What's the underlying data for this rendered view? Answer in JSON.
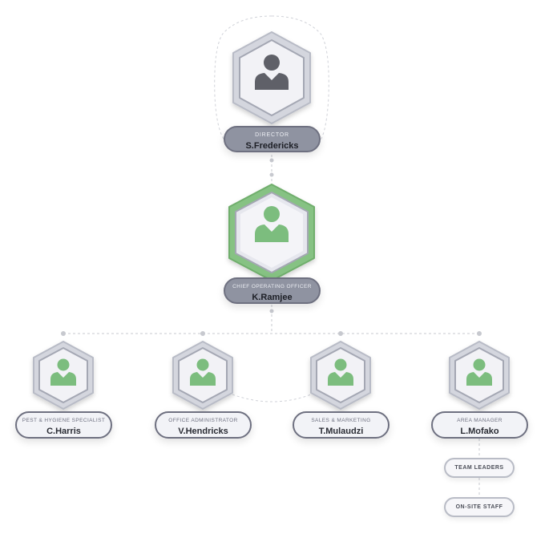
{
  "director": {
    "title": "DIRECTOR",
    "name": "S.Fredericks"
  },
  "coo": {
    "title": "CHIEF OPERATING OFFICER",
    "name": "K.Ramjee"
  },
  "staff": [
    {
      "title": "PEST & HYGIENE SPECIALIST",
      "name": "C.Harris"
    },
    {
      "title": "OFFICE ADMINISTRATOR",
      "name": "V.Hendricks"
    },
    {
      "title": "SALES & MARKETING",
      "name": "T.Mulaudzi"
    },
    {
      "title": "AREA MANAGER",
      "name": "L.Mofako"
    }
  ],
  "sub_units": [
    {
      "label": "TEAM LEADERS"
    },
    {
      "label": "ON-SITE STAFF"
    }
  ],
  "colors": {
    "person_dark": "#5f6068",
    "person_green": "#7cbd7e",
    "hex_frame": "#c9cbd4",
    "hex_fill": "#f4f4f8",
    "highlight": "#86c283",
    "connector": "#c7c9cf"
  }
}
